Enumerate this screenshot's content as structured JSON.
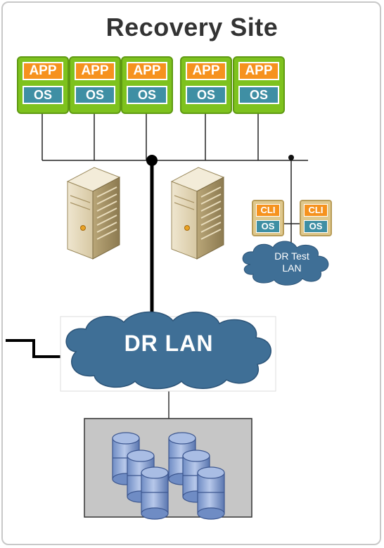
{
  "title": "Recovery Site",
  "vms": [
    {
      "app": "APP",
      "os": "OS"
    },
    {
      "app": "APP",
      "os": "OS"
    },
    {
      "app": "APP",
      "os": "OS"
    },
    {
      "app": "APP",
      "os": "OS"
    },
    {
      "app": "APP",
      "os": "OS"
    }
  ],
  "clients": [
    {
      "cli": "CLI",
      "os": "OS"
    },
    {
      "cli": "CLI",
      "os": "OS"
    }
  ],
  "dr_test_lan": {
    "line1": "DR Test",
    "line2": "LAN"
  },
  "dr_lan": "DR LAN",
  "colors": {
    "vm_green": "#7ec21e",
    "app_orange": "#f6921e",
    "os_teal": "#3f8fa4",
    "cloud_blue": "#3f6f96",
    "storage_gray": "#c6c6c6",
    "disk_blue": "#8fa9d6"
  }
}
